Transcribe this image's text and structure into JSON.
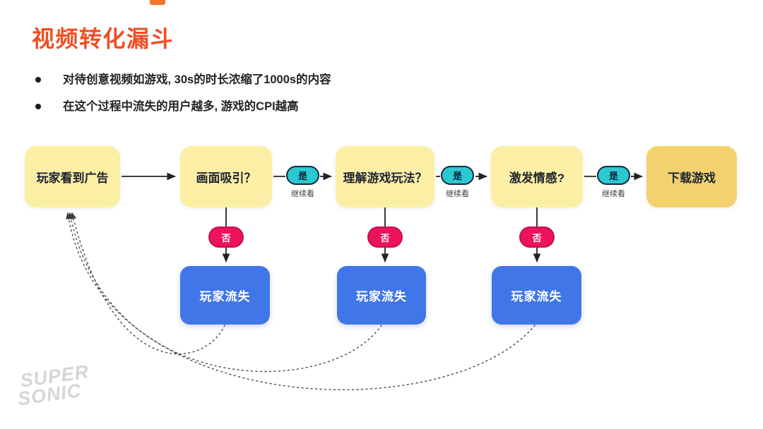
{
  "slide": {
    "title": "视频转化漏斗",
    "bullets": [
      "对待创意视频如游戏, 30s的时长浓缩了1000s的内容",
      "在这个过程中流失的用户越多, 游戏的CPI越高"
    ],
    "logo_line1": "SUPER",
    "logo_line2": "SONIC"
  },
  "flow": {
    "nodes": [
      {
        "id": "see-ad",
        "label": "玩家看到广告"
      },
      {
        "id": "attract",
        "label": "画面吸引？"
      },
      {
        "id": "understand",
        "label": "理解游戏玩法？"
      },
      {
        "id": "emotion",
        "label": "激发情感?"
      },
      {
        "id": "download",
        "label": "下载游戏"
      }
    ],
    "yes_label": "是",
    "yes_sublabel": "继续看",
    "no_label": "否",
    "churn_label": "玩家流失"
  },
  "colors": {
    "title_orange": "#F04E23",
    "node_yellow": "#FBEFA5",
    "node_gold": "#F3D26E",
    "yes_teal": "#2BC8D2",
    "no_pink": "#EC135C",
    "churn_blue": "#4176E8",
    "arrow_dark": "#222222",
    "logo_gray": "#D6D6D6"
  }
}
